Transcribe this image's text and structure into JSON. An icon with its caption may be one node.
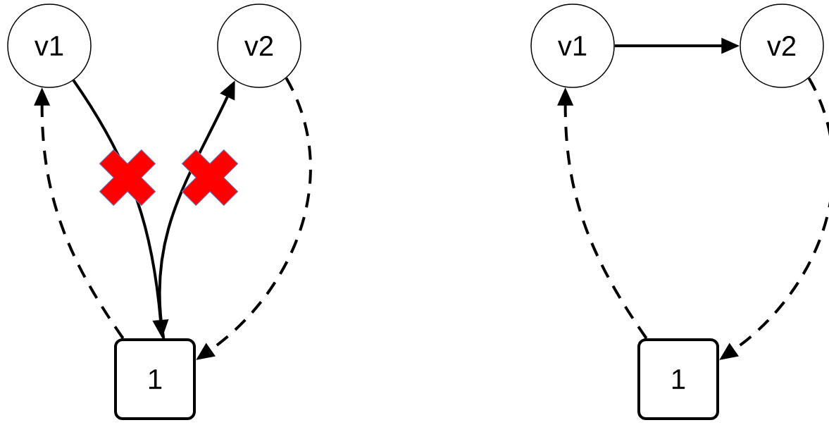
{
  "diagram": {
    "nodes": [
      {
        "text": [
          "v1"
        ]
      },
      {
        "text": [
          "v2"
        ]
      },
      {
        "text": [
          "1"
        ]
      },
      {
        "text": [
          "v1"
        ]
      },
      {
        "text": [
          "v2"
        ]
      },
      {
        "text": [
          "1"
        ]
      }
    ],
    "edges": [
      {
        "from": 0,
        "to": 2,
        "arrow": "to"
      },
      {
        "from": 2,
        "to": 1,
        "arrow": "to"
      },
      {
        "from": 2,
        "to": 0,
        "arrow": "to",
        "style": "dashed"
      },
      {
        "from": 1,
        "to": 2,
        "arrow": "to",
        "style": "dashed"
      },
      {
        "from": 3,
        "to": 4,
        "arrow": "to"
      },
      {
        "from": 5,
        "to": 3,
        "arrow": "to",
        "style": "dashed"
      },
      {
        "from": 4,
        "to": 5,
        "arrow": "to",
        "style": "dashed"
      }
    ]
  }
}
